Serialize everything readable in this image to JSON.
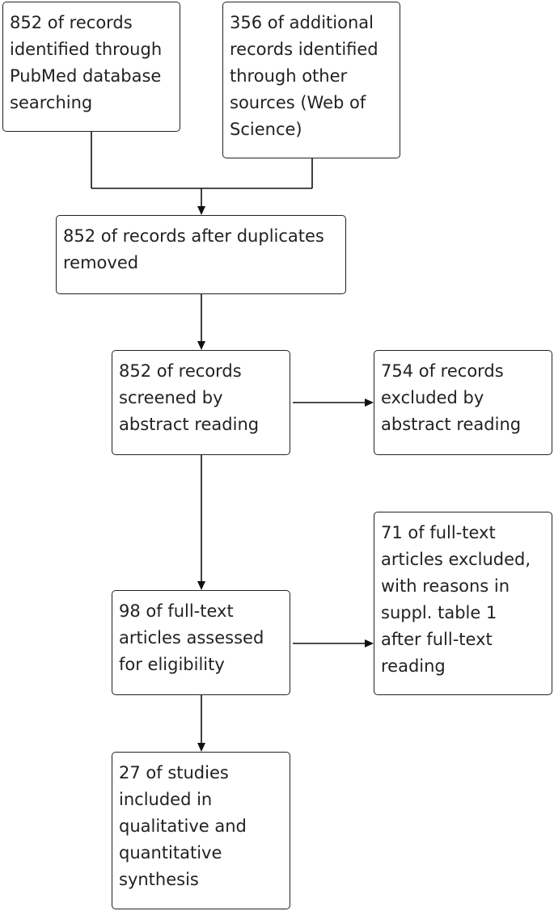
{
  "boxes": {
    "pubmed": "852 of records\nidentified through\nPubMed database\nsearching",
    "other_sources": "356 of additional\nrecords identified\nthrough other\nsources (Web of\nScience)",
    "duplicates_removed": "852 of records after duplicates\nremoved",
    "screened": "852 of records\nscreened by\nabstract reading",
    "excluded_abstract": "754 of records\nexcluded by\nabstract reading",
    "fulltext_assessed": "98 of full-text\narticles assessed\nfor eligibility",
    "fulltext_excluded": "71 of full-text\narticles excluded,\nwith reasons in\nsuppl. table 1\nafter full-text\nreading",
    "included": "27 of studies\nincluded in\nqualitative and\nquantitative\nsynthesis"
  },
  "colors": {
    "stroke": "#222222",
    "background": "#ffffff"
  }
}
